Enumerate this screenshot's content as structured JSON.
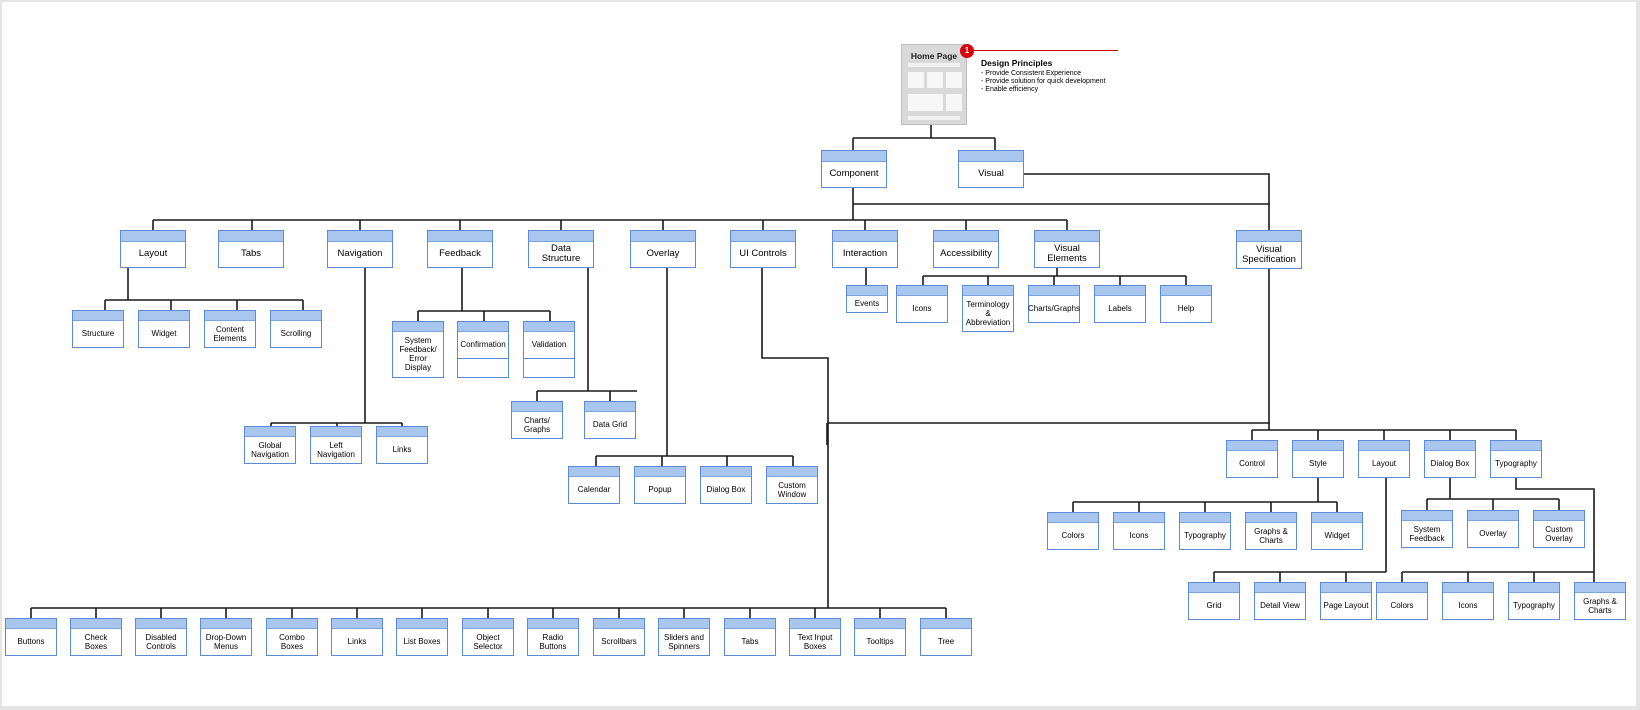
{
  "home": {
    "label": "Home Page",
    "badge": "1",
    "principles_title": "Design Principles",
    "principles": [
      "-  Provide Consistent Experience",
      "-  Provide solution for quick development",
      "-  Enable efficiency"
    ]
  },
  "level1": {
    "component": "Component",
    "visual": "Visual"
  },
  "level2": {
    "layout": "Layout",
    "tabs": "Tabs",
    "navigation": "Navigation",
    "feedback": "Feedback",
    "data_structure": "Data Structure",
    "overlay": "Overlay",
    "ui_controls": "UI Controls",
    "interaction": "Interaction",
    "accessibility": "Accessibility",
    "visual_elements": "Visual Elements",
    "visual_specification": "Visual\nSpecification"
  },
  "layout_children": [
    "Structure",
    "Widget",
    "Content\nElements",
    "Scrolling"
  ],
  "navigation_children": [
    "Global\nNavigation",
    "Left\nNavigation",
    "Links"
  ],
  "feedback_children": [
    "System\nFeedback/\nError Display",
    "Confirmation",
    "Validation"
  ],
  "data_structure_children": [
    "Charts/\nGraphs",
    "Data Grid"
  ],
  "overlay_children": [
    "Calendar",
    "Popup",
    "Dialog Box",
    "Custom\nWindow"
  ],
  "interaction_children": [
    "Events"
  ],
  "visual_elements_children": [
    "Icons",
    "Terminology\n&\nAbbreviation",
    "Charts/Graphs",
    "Labels",
    "Help"
  ],
  "ui_controls_children": [
    "Buttons",
    "Check Boxes",
    "Disabled\nControls",
    "Drop-Down\nMenus",
    "Combo Boxes",
    "Links",
    "List Boxes",
    "Object\nSelector",
    "Radio Buttons",
    "Scrollbars",
    "Sliders and\nSpinners",
    "Tabs",
    "Text Input\nBoxes",
    "Tooltips",
    "Tree"
  ],
  "visual_spec_children": [
    "Control",
    "Style",
    "Layout",
    "Dialog Box",
    "Typography"
  ],
  "style_children": [
    "Colors",
    "Icons",
    "Typography",
    "Graphs &\nCharts",
    "Widget"
  ],
  "dialog_children": [
    "System\nFeedback",
    "Overlay",
    "Custom\nOverlay"
  ],
  "spec_layout_children": [
    "Grid",
    "Detail View",
    "Page Layout"
  ],
  "typography_children": [
    "Colors",
    "Icons",
    "Typography",
    "Graphs &\nCharts"
  ],
  "colors": {
    "node_border": "#5b8bd8",
    "node_header": "#a9c6ee",
    "connector": "#1a1a1a",
    "badge": "#d9000d",
    "red_line": "#cc0000"
  }
}
